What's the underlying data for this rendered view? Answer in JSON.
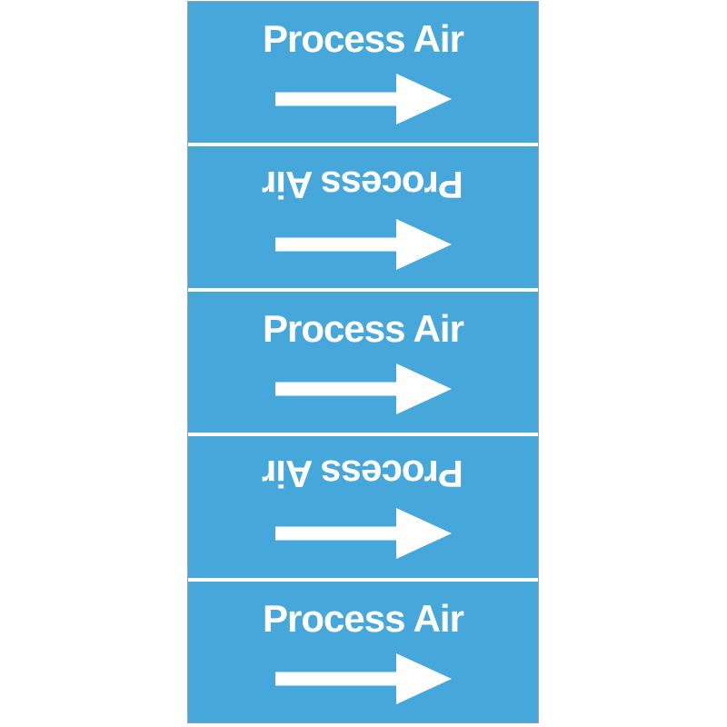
{
  "page": {
    "background_color": "#ffffff",
    "description": "Blue pipe marker label strip with five repeating bands"
  },
  "pipe_marker": {
    "text": "Process Air",
    "colors": {
      "band_background": "#46a7da",
      "text": "#ffffff",
      "arrow": "#ffffff",
      "divider": "#ffffff",
      "edge_border": "#97a1a7"
    },
    "arrow": {
      "icon": "right-arrow-icon",
      "direction": "right"
    },
    "bands": [
      {
        "text": "Process Air",
        "text_orientation": "upright",
        "arrow_direction": "right"
      },
      {
        "text": "Process Air",
        "text_orientation": "inverted",
        "arrow_direction": "right"
      },
      {
        "text": "Process Air",
        "text_orientation": "upright",
        "arrow_direction": "right"
      },
      {
        "text": "Process Air",
        "text_orientation": "inverted",
        "arrow_direction": "right"
      },
      {
        "text": "Process Air",
        "text_orientation": "upright",
        "arrow_direction": "right"
      }
    ]
  }
}
